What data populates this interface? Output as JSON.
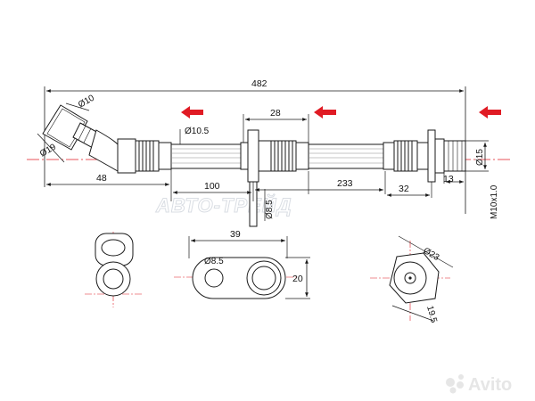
{
  "watermarks": {
    "brand": "АВТО-ТРЕЙД",
    "site": "Avito"
  },
  "colors": {
    "line": "#1a1a1a",
    "arrow": "#e01b24",
    "centerline": "#e01b24",
    "hose": "#8c8c8c"
  },
  "dimensions": {
    "overall_length": "482",
    "left_fitting_dia": "Ø10",
    "left_nut_dia": "Ø19",
    "left_dist": "48",
    "tube_dia": "Ø10.5",
    "seg_100": "100",
    "seg_28": "28",
    "bracket_hole": "Ø8.5",
    "seg_233": "233",
    "seg_32": "32",
    "seg_13": "13",
    "right_dia": "Ø15",
    "thread": "M10x1.0",
    "bracket_width": "39",
    "bracket_hole_2": "Ø8.5",
    "bracket_height": "20",
    "end_dia": "Ø23",
    "end_width": "19.5"
  }
}
